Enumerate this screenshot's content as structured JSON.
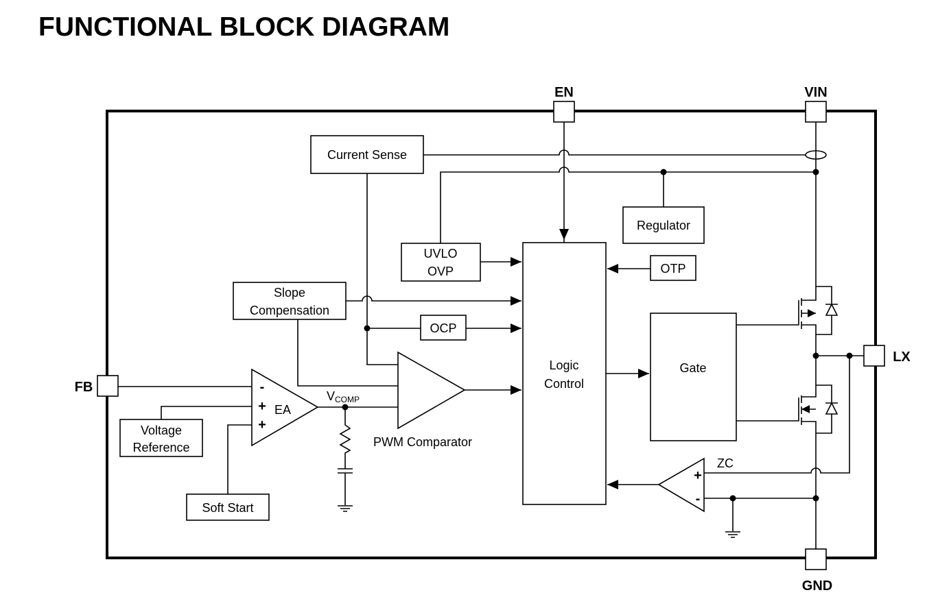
{
  "title": "FUNCTIONAL BLOCK DIAGRAM",
  "pins": {
    "en": "EN",
    "vin": "VIN",
    "fb": "FB",
    "lx": "LX",
    "gnd": "GND"
  },
  "blocks": {
    "current_sense": "Current Sense",
    "regulator": "Regulator",
    "uvlo_line1": "UVLO",
    "uvlo_line2": "OVP",
    "otp": "OTP",
    "slope_line1": "Slope",
    "slope_line2": "Compensation",
    "ocp": "OCP",
    "logic_line1": "Logic",
    "logic_line2": "Control",
    "gate": "Gate",
    "vref_line1": "Voltage",
    "vref_line2": "Reference",
    "soft_start": "Soft Start"
  },
  "amplifiers": {
    "ea_label": "EA",
    "ea_inputs": [
      "-",
      "+",
      "+"
    ],
    "pwm_label": "PWM Comparator",
    "zc_label": "ZC",
    "zc_inputs": [
      "+",
      "-"
    ]
  },
  "nodes": {
    "vcomp_main": "V",
    "vcomp_sub": "COMP"
  }
}
